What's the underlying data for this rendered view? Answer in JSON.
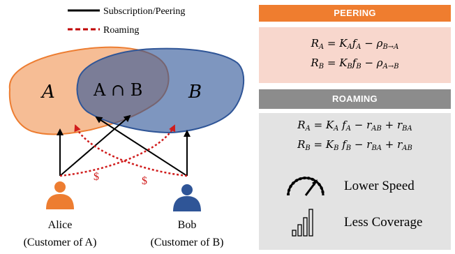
{
  "legend": {
    "subscription": "Subscription/Peering",
    "roaming": "Roaming"
  },
  "sets": {
    "a": "A",
    "b": "B",
    "intersection": "A ∩ B"
  },
  "payments": [
    "$",
    "$"
  ],
  "customers": {
    "alice": {
      "name": "Alice",
      "role": "(Customer of A)"
    },
    "bob": {
      "name": "Bob",
      "role": "(Customer of B)"
    }
  },
  "peering": {
    "title": "PEERING",
    "equations": [
      {
        "lhs": "R",
        "lhs_sub": "A",
        "k": "K",
        "k_sub": "A",
        "f": "f",
        "f_sub": "A",
        "term": "ρ",
        "term_sub": "B→A"
      },
      {
        "lhs": "R",
        "lhs_sub": "B",
        "k": "K",
        "k_sub": "B",
        "f": "f",
        "f_sub": "B",
        "term": "ρ",
        "term_sub": "A→B"
      }
    ]
  },
  "roaming": {
    "title": "ROAMING",
    "equations": [
      {
        "lhs": "R",
        "lhs_sub": "A",
        "k": "K",
        "k_sub": "A",
        "f": "f",
        "f_sub": "A",
        "minus": "r",
        "minus_sub": "AB",
        "plus": "r",
        "plus_sub": "BA"
      },
      {
        "lhs": "R",
        "lhs_sub": "B",
        "k": "K",
        "k_sub": "B",
        "f": "f",
        "f_sub": "B",
        "minus": "r",
        "minus_sub": "BA",
        "plus": "r",
        "plus_sub": "AB"
      }
    ],
    "features": [
      "Lower Speed",
      "Less Coverage"
    ],
    "icons": [
      "speedometer-icon",
      "signal-bars-icon"
    ]
  },
  "colors": {
    "peering": "#ef7d2f",
    "peering_bg": "#f8d7cd",
    "roaming": "#8c8c8c",
    "roaming_bg": "#e3e3e3",
    "set_a": "#f4b183",
    "set_b": "#4a6fb2",
    "roaming_arrow": "#d01c1c",
    "person_a": "#ed7d31",
    "person_b": "#2f5597"
  }
}
